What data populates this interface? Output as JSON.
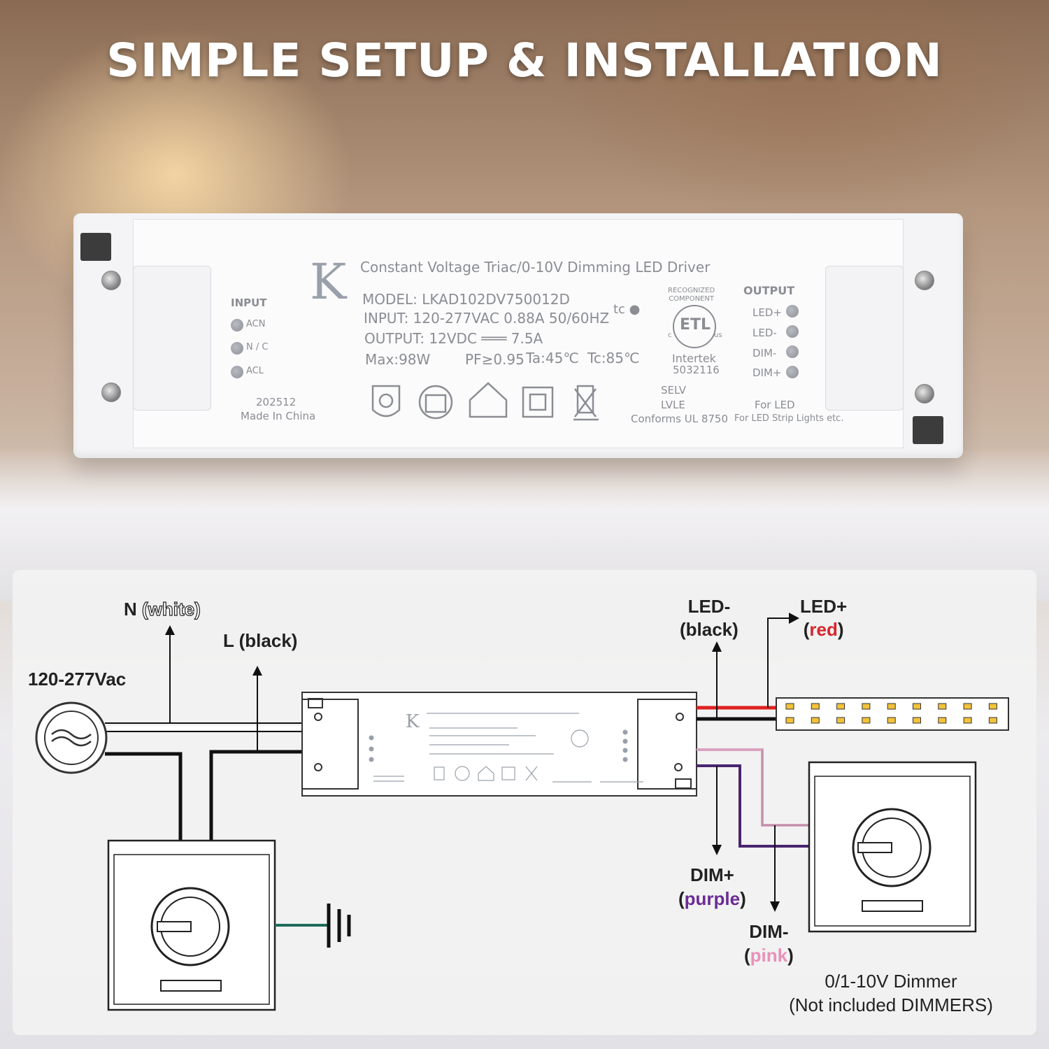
{
  "headline": "SIMPLE SETUP & INSTALLATION",
  "driver": {
    "brand_letter": "K",
    "title": "Constant Voltage Triac/0-10V Dimming LED Driver",
    "model": "MODEL:  LKAD102DV750012D",
    "input": "INPUT: 120-277VAC  0.88A  50/60HZ",
    "output": "OUTPUT:   12VDC ═══  7.5A",
    "max": "Max:98W",
    "pf": "PF≥0.95",
    "ta": "Ta:45℃",
    "tc_temp": "Tc:85℃",
    "tc_mark": "tc ●",
    "recognized": "RECOGNIZED\nCOMPONENT",
    "etl": "ETL",
    "etl_c": "c",
    "etl_us": "us",
    "intertek": "Intertek",
    "intertek_no": "5032116",
    "input_heading": "INPUT",
    "input_pins": [
      "ACN",
      "N / C",
      "ACL"
    ],
    "output_heading": "OUTPUT",
    "output_pins": [
      "LED+",
      "LED-",
      "DIM-",
      "DIM+"
    ],
    "date_code": "202512",
    "made_in": "Made In China",
    "selv": "SELV",
    "lvle": "LVLE",
    "conforms": "Conforms UL 8750",
    "for_led": "For LED",
    "for_led_strip": "For LED Strip Lights etc.",
    "icons": [
      "class2-icon",
      "independent-icon",
      "indoor-icon",
      "double-insulation-icon",
      "weee-icon"
    ]
  },
  "diagram": {
    "n_label": "N ",
    "n_color": "(white)",
    "l_label": "L (black)",
    "supply": "120-277Vac",
    "led_minus": "LED-",
    "led_minus_color": "(black)",
    "led_plus": "LED+",
    "led_plus_open": "(",
    "led_plus_color": "red",
    "led_plus_close": ")",
    "dim_plus": "DIM+",
    "dim_plus_open": "(",
    "dim_plus_color": "purple",
    "dim_plus_close": ")",
    "dim_minus": "DIM-",
    "dim_minus_open": "(",
    "dim_minus_color": "pink",
    "dim_minus_close": ")",
    "dimmer_line1": "0/1-10V Dimmer",
    "dimmer_line2": "(Not included DIMMERS)",
    "wire_colors": {
      "red": "#e02020",
      "black": "#111111",
      "purple": "#4a2470",
      "pink": "#d9a3c0",
      "ground": "#1f6b5a"
    }
  }
}
